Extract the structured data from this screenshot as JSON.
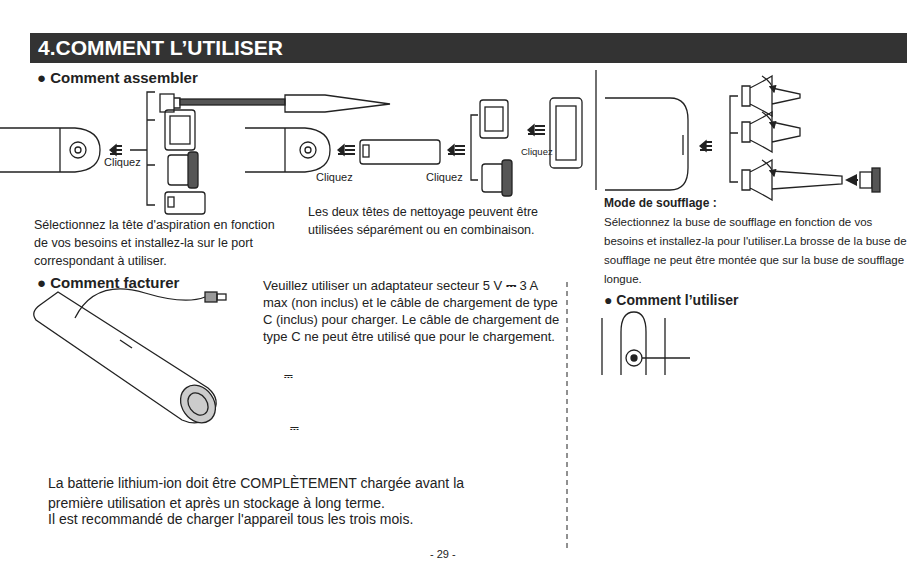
{
  "diagram": {
    "title": "4.COMMENT L’UTILISER",
    "labels": [
      "● Comment assembler",
      "Cliquez",
      "Cliquez",
      "Cliquez",
      "Cliquez",
      "Sélectionnez la tête d'aspiration en fonction de vos besoins et installez-la sur le port correspondant à utiliser.",
      "Les deux têtes de nettoyage peuvent être utilisées séparément ou en combinaison.",
      "Mode de soufflage :",
      "Sélectionnez la buse de soufflage en fonction de vos besoins et installez-la pour l'utiliser.La brosse de la buse de soufflage ne peut être montée que sur la buse de soufflage longue.",
      "● Comment facturer",
      "Veuillez utiliser un adaptateur secteur 5 V ⎓ 3 A max (non inclus) et le câble de chargement de type C (inclus) pour charger. Le câble de chargement de type C ne peut être utilisé que pour le chargement.",
      "⎓",
      "⎓",
      "La batterie lithium-ion doit être COMPLÈTEMENT chargée avant la première utilisation et après un stockage à long terme.",
      "Il est recommandé de charger l'appareil tous les trois mois.",
      "● Comment l’utiliser",
      "- 29 -"
    ]
  }
}
